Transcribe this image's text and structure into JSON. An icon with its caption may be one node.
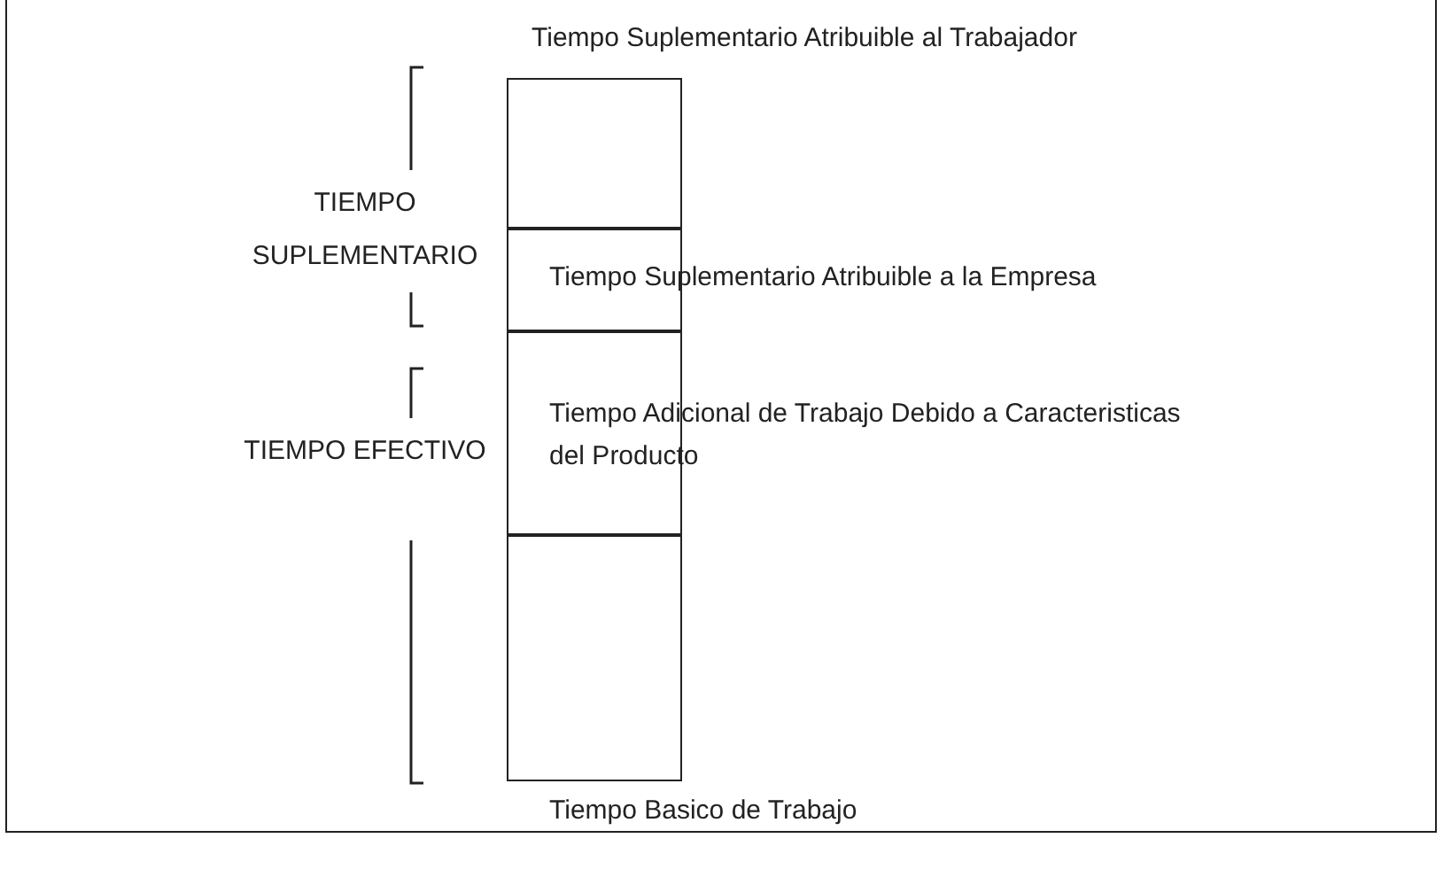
{
  "diagram": {
    "nodes": [
      {
        "text": [
          "Tiempo Suplementario Atribuible al Trabajador"
        ]
      },
      {
        "text": [
          "Tiempo Suplementario Atribuible a la Empresa"
        ]
      },
      {
        "text": [
          "Tiempo Adicional de Trabajo Debido a Caracteristicas del Producto"
        ]
      },
      {
        "text": [
          "Tiempo Basico de Trabajo"
        ]
      }
    ],
    "edges": [],
    "labels": [
      "TIEMPO SUPLEMENTARIO",
      "TIEMPO EFECTIVO"
    ]
  }
}
